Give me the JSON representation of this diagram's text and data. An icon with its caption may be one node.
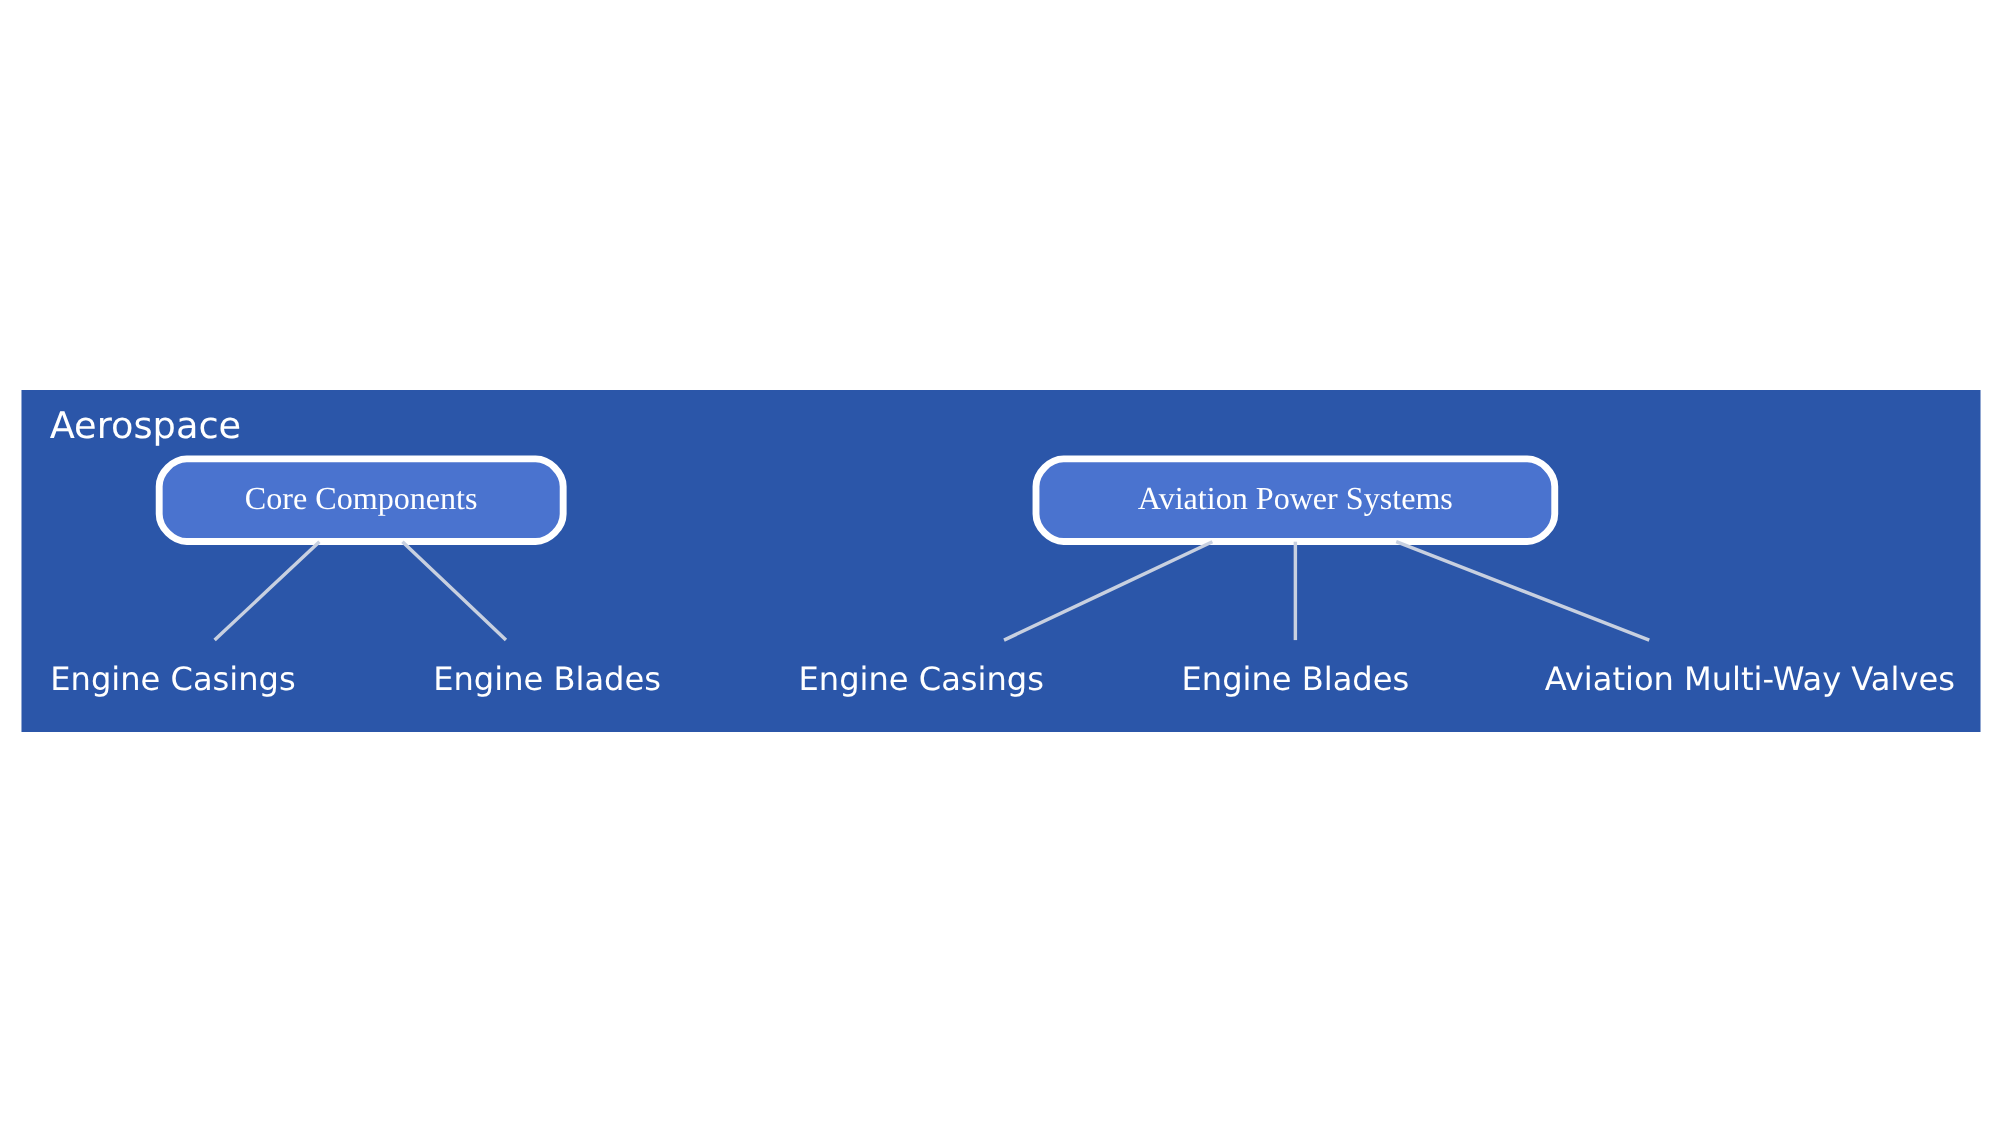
{
  "diagram": {
    "title": "Aerospace",
    "nodes": [
      {
        "text": [
          "Core Components"
        ]
      },
      {
        "text": [
          "Engine Casings"
        ]
      },
      {
        "text": [
          "Engine Blades"
        ]
      },
      {
        "text": [
          "Aviation Power Systems"
        ]
      },
      {
        "text": [
          "Engine Casings"
        ]
      },
      {
        "text": [
          "Engine Blades"
        ]
      },
      {
        "text": [
          "Aviation Multi-Way Valves"
        ]
      }
    ],
    "edges": [
      {
        "from": 0,
        "to": 1,
        "arrow": "none"
      },
      {
        "from": 0,
        "to": 2,
        "arrow": "none"
      },
      {
        "from": 3,
        "to": 4,
        "arrow": "none"
      },
      {
        "from": 3,
        "to": 5,
        "arrow": "none"
      },
      {
        "from": 3,
        "to": 6,
        "arrow": "none"
      }
    ]
  }
}
